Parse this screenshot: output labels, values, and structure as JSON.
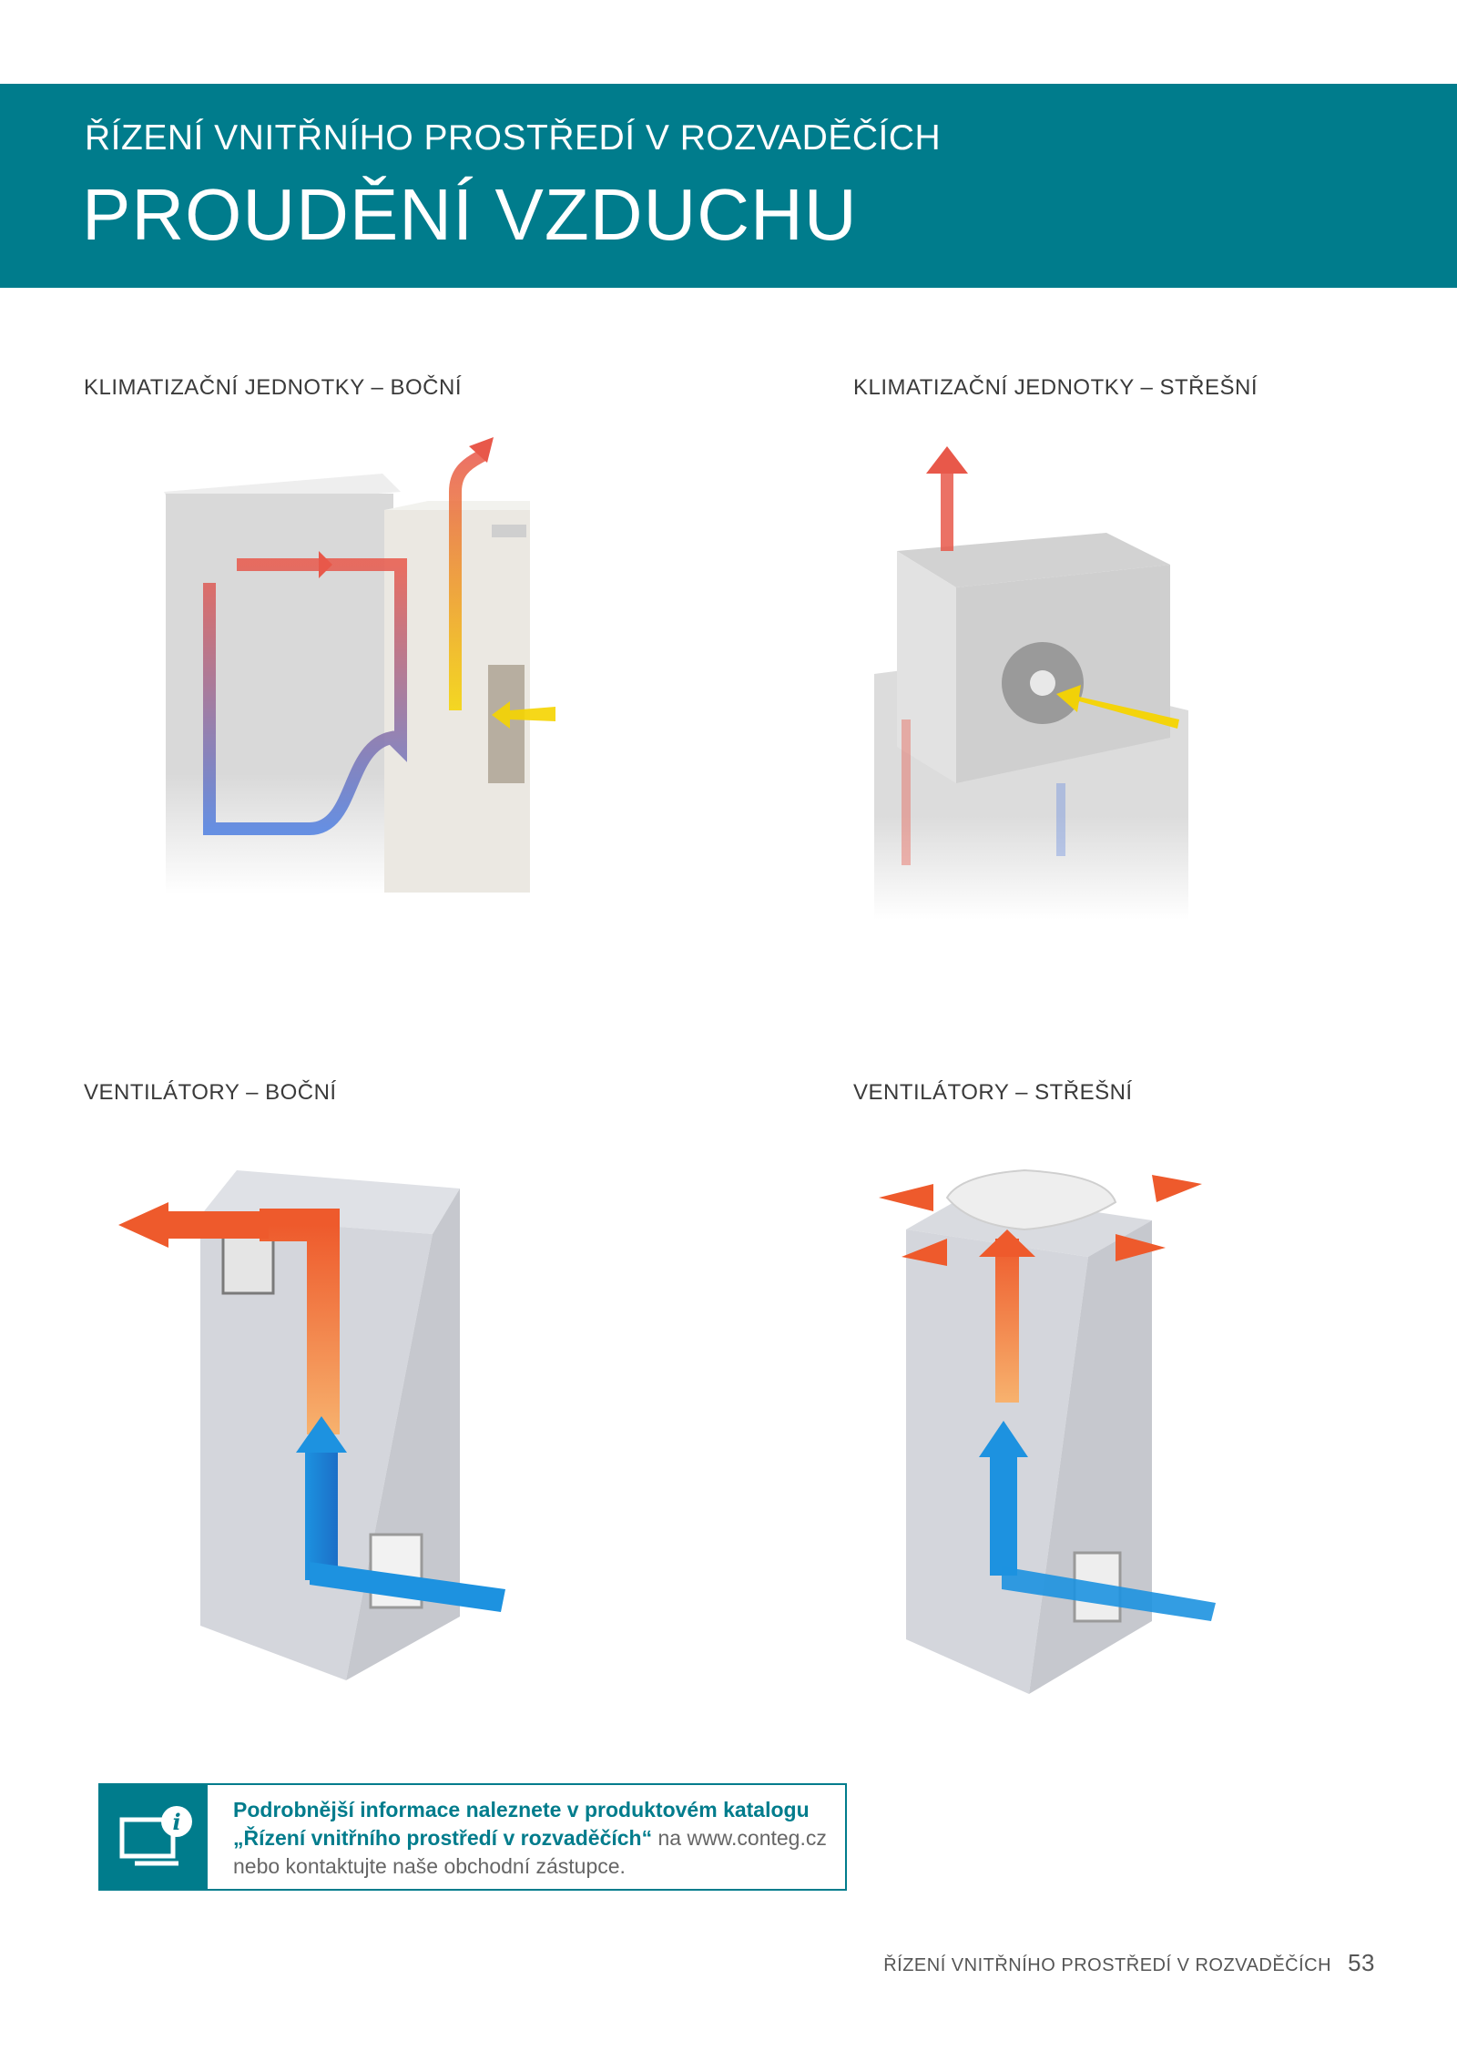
{
  "header": {
    "supertitle": "ŘÍZENÍ VNITŘNÍHO PROSTŘEDÍ V ROZVADĚČÍCH",
    "title": "PROUDĚNÍ VZDUCHU"
  },
  "sections": [
    {
      "label": "KLIMATIZAČNÍ JEDNOTKY – BOČNÍ"
    },
    {
      "label": "KLIMATIZAČNÍ JEDNOTKY – STŘEŠNÍ"
    },
    {
      "label": "VENTILÁTORY – BOČNÍ"
    },
    {
      "label": "VENTILÁTORY – STŘEŠNÍ"
    }
  ],
  "info": {
    "icon": "info-monitor-icon",
    "line1": "Podrobnější informace naleznete v produktovém katalogu",
    "line2_bold": "„Řízení vnitřního prostředí v rozvaděčích“",
    "line2_rest": " na www.conteg.cz",
    "line3": "nebo kontaktujte naše obchodní zástupce."
  },
  "footer": {
    "text": "ŘÍZENÍ VNITŘNÍHO PROSTŘEDÍ V ROZVADĚČÍCH",
    "page": "53"
  },
  "colors": {
    "accent": "#007c8c",
    "hot": "#e8584a",
    "cold": "#2a8fd8",
    "warm": "#f7941e",
    "intake": "#f5d400"
  }
}
